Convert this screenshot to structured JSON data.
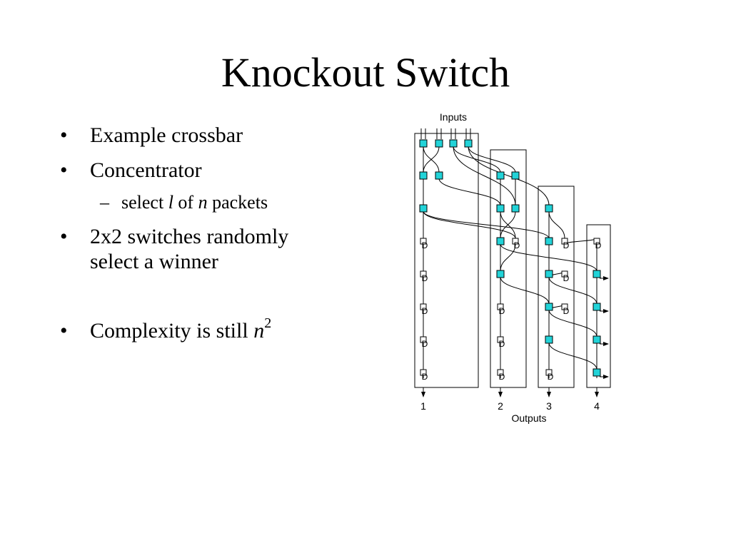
{
  "slide": {
    "title": "Knockout Switch",
    "bullets": [
      {
        "text": "Example crossbar"
      },
      {
        "text": "Concentrator"
      },
      {
        "text": "2x2 switches randomly"
      },
      {
        "text": "select a winner"
      },
      {
        "text": "Complexity is still",
        "var": "n",
        "sup": "2"
      }
    ],
    "sub_bullet": {
      "dash": "–",
      "w1": "select",
      "v1": "l",
      "w2": "of",
      "v2": "n",
      "w3": "packets"
    },
    "bullet_char": "•"
  },
  "diagram": {
    "inputs_label": "Inputs",
    "outputs_label": "Outputs",
    "output_numbers": [
      "1",
      "2",
      "3",
      "4"
    ],
    "delay_label": "D",
    "switch_color": "#22d3d8"
  }
}
